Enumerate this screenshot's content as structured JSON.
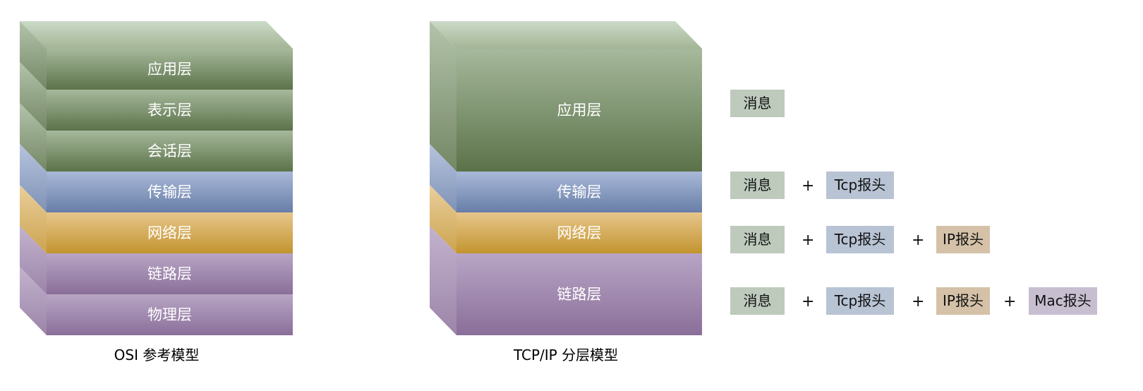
{
  "colors": {
    "green": [
      "#a6b99c",
      "#5b7249"
    ],
    "blue": [
      "#a9b9d8",
      "#687ea8"
    ],
    "orange": [
      "#e6c68b",
      "#c3942f"
    ],
    "purple": [
      "#b8a5c5",
      "#8a6f99"
    ],
    "top": [
      "#cbdac7",
      "#a3b595"
    ],
    "msg": "#bdcabc",
    "tcp": "#b8c3d4",
    "ip": "#d4c1a8",
    "mac": "#c7bed0"
  },
  "osi": {
    "caption": "OSI 参考模型",
    "layers": [
      {
        "label": "应用层",
        "color": "green",
        "units": 1
      },
      {
        "label": "表示层",
        "color": "green",
        "units": 1
      },
      {
        "label": "会话层",
        "color": "green",
        "units": 1
      },
      {
        "label": "传输层",
        "color": "blue",
        "units": 1
      },
      {
        "label": "网络层",
        "color": "orange",
        "units": 1
      },
      {
        "label": "链路层",
        "color": "purple",
        "units": 1
      },
      {
        "label": "物理层",
        "color": "purple",
        "units": 1
      }
    ]
  },
  "tcpip": {
    "caption": "TCP/IP 分层模型",
    "layers": [
      {
        "label": "应用层",
        "color": "green",
        "units": 3
      },
      {
        "label": "传输层",
        "color": "blue",
        "units": 1
      },
      {
        "label": "网络层",
        "color": "orange",
        "units": 1
      },
      {
        "label": "链路层",
        "color": "purple",
        "units": 2
      }
    ]
  },
  "encapsulation": {
    "plus": "+",
    "rows": [
      [
        "消息"
      ],
      [
        "消息",
        "Tcp报头"
      ],
      [
        "消息",
        "Tcp报头",
        "IP报头"
      ],
      [
        "消息",
        "Tcp报头",
        "IP报头",
        "Mac报头"
      ]
    ]
  }
}
